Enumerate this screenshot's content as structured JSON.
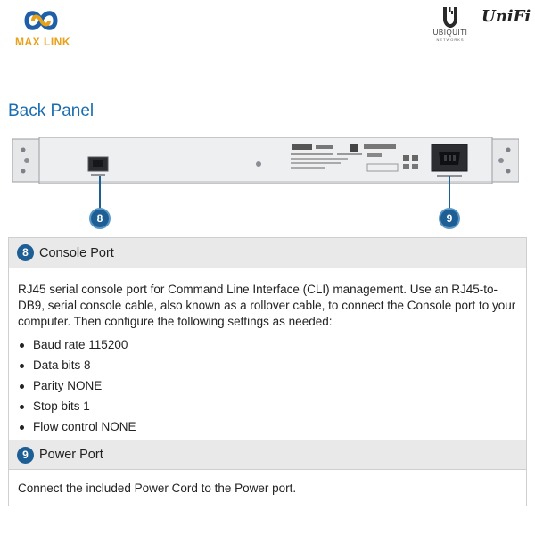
{
  "header": {
    "maxlink_text": "MAX LINK",
    "ubiquiti_text": "UBIQUITI",
    "ubiquiti_sub": "NETWORKS",
    "unifi_text": "UniFi"
  },
  "title": "Back Panel",
  "callouts": [
    "8",
    "9"
  ],
  "sections": {
    "console": {
      "number": "8",
      "title": "Console Port",
      "description": "RJ45 serial console port for Command Line Interface (CLI) management. Use an RJ45-to-DB9, serial console cable, also known as a rollover cable, to connect the Console port to your computer. Then configure the following settings as needed:",
      "settings": [
        "Baud rate 115200",
        "Data bits 8",
        "Parity NONE",
        "Stop bits 1",
        "Flow control NONE"
      ]
    },
    "power": {
      "number": "9",
      "title": "Power Port",
      "description": "Connect the included Power Cord to the Power port."
    }
  },
  "colors": {
    "accent": "#1d5f95",
    "title_blue": "#1a6db0",
    "header_bg": "#e9e9e9",
    "maxlink_orange": "#e8a21a",
    "maxlink_blue": "#1f5fa8"
  }
}
